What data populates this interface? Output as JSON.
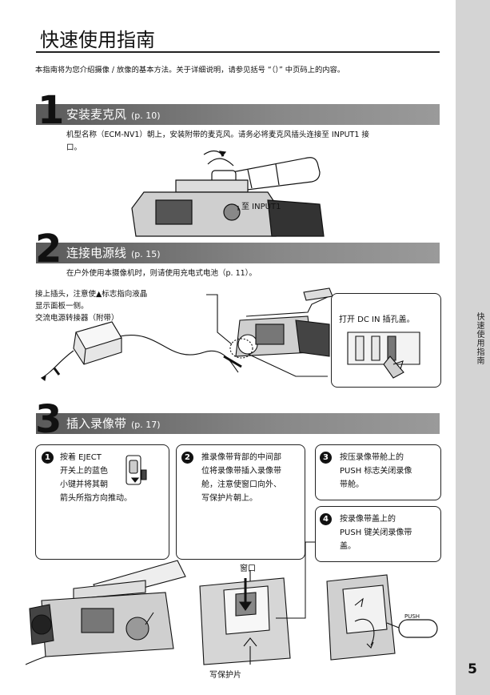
{
  "page": {
    "title": "快速使用指南",
    "intro": "本指南将为您介绍摄像 / 放像的基本方法。关于详细说明，请参见括号 “（）” 中页码上的内容。",
    "side_label": "快速使用指南",
    "page_number": "5"
  },
  "step1": {
    "number": "1",
    "title": "安装麦克风",
    "page_ref": "(p. 10)",
    "body_line1": "机型名称（ECM-NV1）朝上，安装附带的麦克风。请务必将麦克风插头连接至 INPUT1 接",
    "body_line2": "口。",
    "callout_input1": "至 INPUT1"
  },
  "step2": {
    "number": "2",
    "title": "连接电源线",
    "page_ref": "(p. 15)",
    "body": "在户外使用本摄像机时，则请使用充电式电池（p. 11）。",
    "callout_plug_line1": "接上插头，注意使▲标志指向液晶",
    "callout_plug_line2": "显示面板一侧。",
    "callout_adaptor": "交流电源转接器（附带）",
    "callout_dcin": "打开 DC IN 插孔盖。"
  },
  "step3": {
    "number": "3",
    "title": "插入录像带",
    "page_ref": "(p. 17)",
    "box1": {
      "badge": "1",
      "lines": [
        "按着 EJECT",
        "开关上的蓝色",
        "小键并将其朝",
        "箭头所指方向推动。"
      ]
    },
    "box2": {
      "badge": "2",
      "lines": [
        "推录像带背部的中间部",
        "位将录像带插入录像带",
        "舱，注意使窗口向外、",
        "写保护片朝上。"
      ]
    },
    "box3": {
      "badge": "3",
      "lines": [
        "按压录像带舱上的",
        "PUSH 标志关闭录像",
        "带舱。"
      ]
    },
    "box4": {
      "badge": "4",
      "lines": [
        "按录像带盖上的",
        "PUSH 键关闭录像带",
        "盖。"
      ]
    },
    "label_window": "窗口",
    "label_tab": "写保护片",
    "label_push": "PUSH"
  }
}
